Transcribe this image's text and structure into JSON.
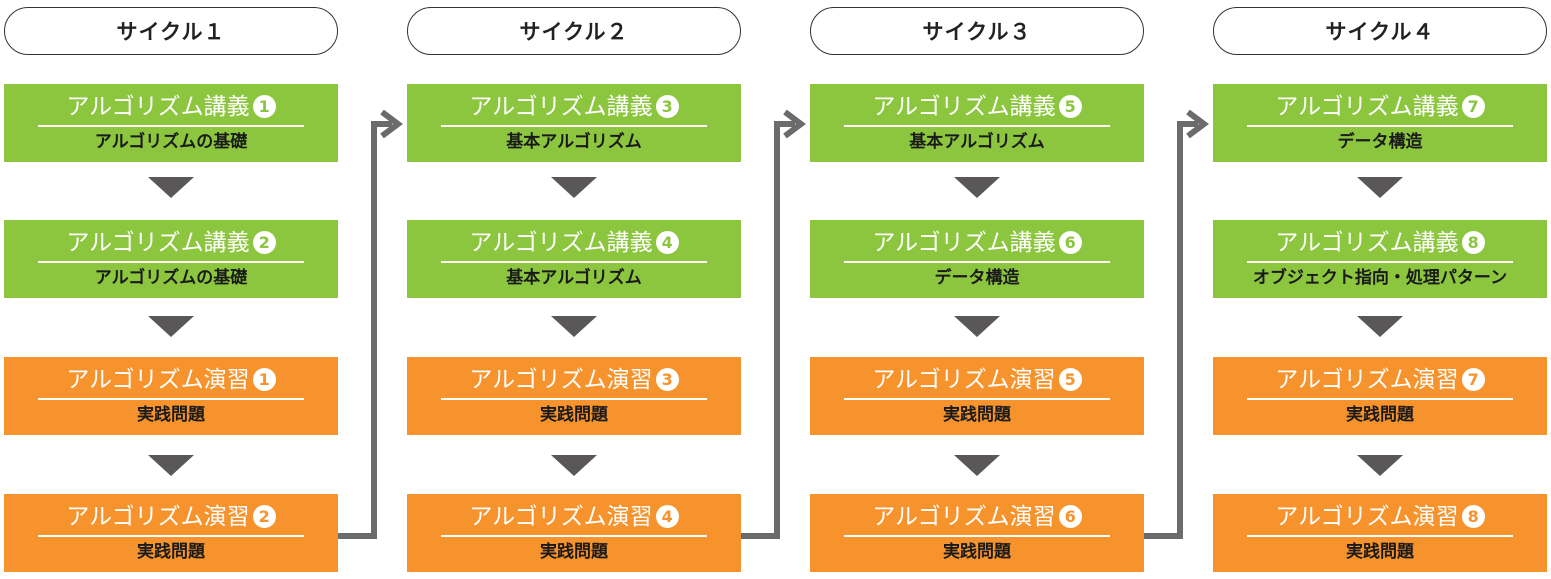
{
  "cycles": [
    {
      "label": "サイクル１",
      "steps": [
        {
          "kind": "lecture",
          "title": "アルゴリズム講義",
          "num": "1",
          "subtitle": "アルゴリズムの基礎"
        },
        {
          "kind": "lecture",
          "title": "アルゴリズム講義",
          "num": "2",
          "subtitle": "アルゴリズムの基礎"
        },
        {
          "kind": "exercise",
          "title": "アルゴリズム演習",
          "num": "1",
          "subtitle": "実践問題"
        },
        {
          "kind": "exercise",
          "title": "アルゴリズム演習",
          "num": "2",
          "subtitle": "実践問題"
        }
      ]
    },
    {
      "label": "サイクル２",
      "steps": [
        {
          "kind": "lecture",
          "title": "アルゴリズム講義",
          "num": "3",
          "subtitle": "基本アルゴリズム"
        },
        {
          "kind": "lecture",
          "title": "アルゴリズム講義",
          "num": "4",
          "subtitle": "基本アルゴリズム"
        },
        {
          "kind": "exercise",
          "title": "アルゴリズム演習",
          "num": "3",
          "subtitle": "実践問題"
        },
        {
          "kind": "exercise",
          "title": "アルゴリズム演習",
          "num": "4",
          "subtitle": "実践問題"
        }
      ]
    },
    {
      "label": "サイクル３",
      "steps": [
        {
          "kind": "lecture",
          "title": "アルゴリズム講義",
          "num": "5",
          "subtitle": "基本アルゴリズム"
        },
        {
          "kind": "lecture",
          "title": "アルゴリズム講義",
          "num": "6",
          "subtitle": "データ構造"
        },
        {
          "kind": "exercise",
          "title": "アルゴリズム演習",
          "num": "5",
          "subtitle": "実践問題"
        },
        {
          "kind": "exercise",
          "title": "アルゴリズム演習",
          "num": "6",
          "subtitle": "実践問題"
        }
      ]
    },
    {
      "label": "サイクル４",
      "steps": [
        {
          "kind": "lecture",
          "title": "アルゴリズム講義",
          "num": "7",
          "subtitle": "データ構造"
        },
        {
          "kind": "lecture",
          "title": "アルゴリズム講義",
          "num": "8",
          "subtitle": "オブジェクト指向・処理パターン"
        },
        {
          "kind": "exercise",
          "title": "アルゴリズム演習",
          "num": "7",
          "subtitle": "実践問題"
        },
        {
          "kind": "exercise",
          "title": "アルゴリズム演習",
          "num": "8",
          "subtitle": "実践問題"
        }
      ]
    }
  ],
  "colors": {
    "lecture": "#8cc63f",
    "exercise": "#f7932d",
    "arrow": "#595757",
    "connector": "#6b6b6b"
  }
}
